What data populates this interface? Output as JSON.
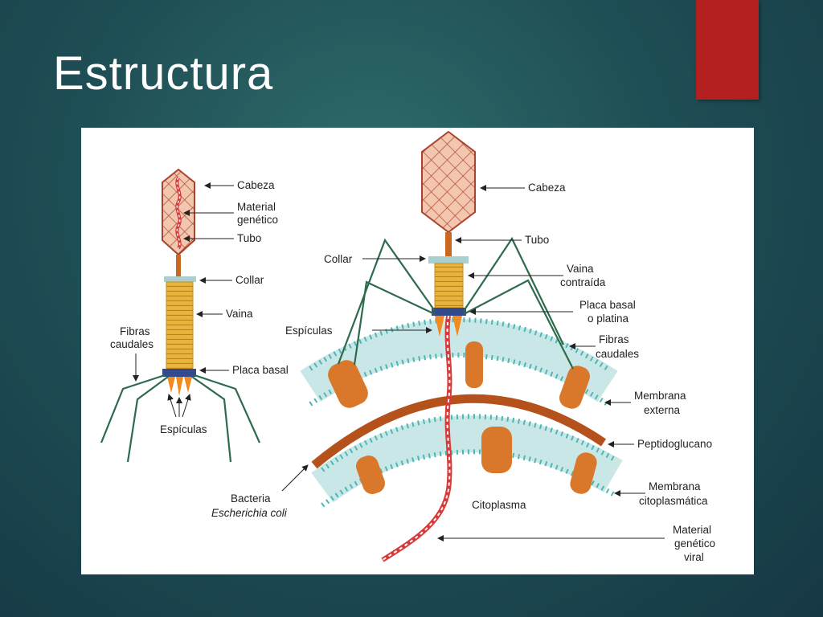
{
  "slide": {
    "title": "Estructura",
    "accent_color": "#b3201f"
  },
  "left_diagram": {
    "labels": {
      "cabeza": "Cabeza",
      "material": [
        "Material",
        "genético"
      ],
      "tubo": "Tubo",
      "collar": "Collar",
      "vaina": "Vaina",
      "fibras": [
        "Fibras",
        "caudales"
      ],
      "placa": "Placa basal",
      "espiculas": "Espículas"
    }
  },
  "right_diagram": {
    "labels": {
      "cabeza": "Cabeza",
      "tubo": "Tubo",
      "collar": "Collar",
      "vaina": [
        "Vaina",
        "contraída"
      ],
      "placa": [
        "Placa basal",
        "o platina"
      ],
      "espiculas": "Espículas",
      "fibras": [
        "Fibras",
        "caudales"
      ],
      "membrana_externa": [
        "Membrana",
        "externa"
      ],
      "peptidoglucano": "Peptidoglucano",
      "membrana_cito": [
        "Membrana",
        "citoplasmática"
      ],
      "bacteria": [
        "Bacteria",
        "Escherichia coli"
      ],
      "citoplasma": "Citoplasma",
      "material_viral": [
        "Material",
        "genético",
        "viral"
      ]
    }
  }
}
